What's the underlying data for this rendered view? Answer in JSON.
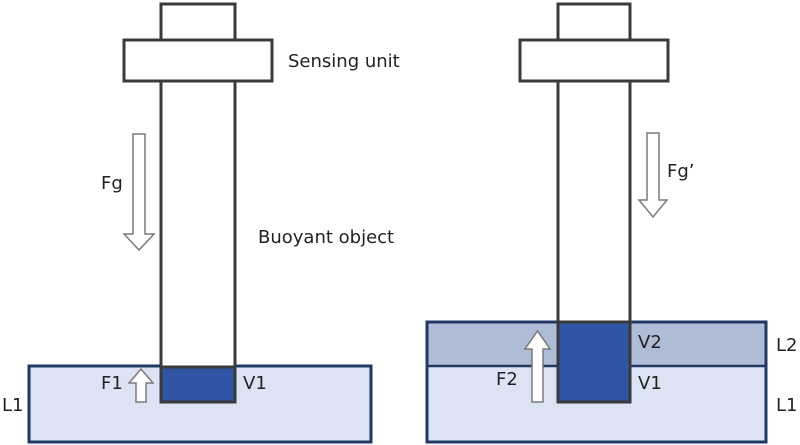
{
  "labels": {
    "sensing_unit": "Sensing unit",
    "buoyant_object": "Buoyant object",
    "fg": "Fg",
    "fg_prime": "Fg’",
    "f1": "F1",
    "f2": "F2",
    "v1_left": "V1",
    "v1_right": "V1",
    "v2": "V2",
    "l1_left": "L1",
    "l1_right": "L1",
    "l2": "L2"
  },
  "colors": {
    "outline_dark": "#3a3a3a",
    "tank_border": "#1f3864",
    "liquid_l1": "#dce3f4",
    "liquid_l2": "#afbcd6",
    "submerged_volume": "#2f55a4",
    "arrow_outline": "#7a7a7a",
    "arrow_fill": "#ffffff"
  }
}
